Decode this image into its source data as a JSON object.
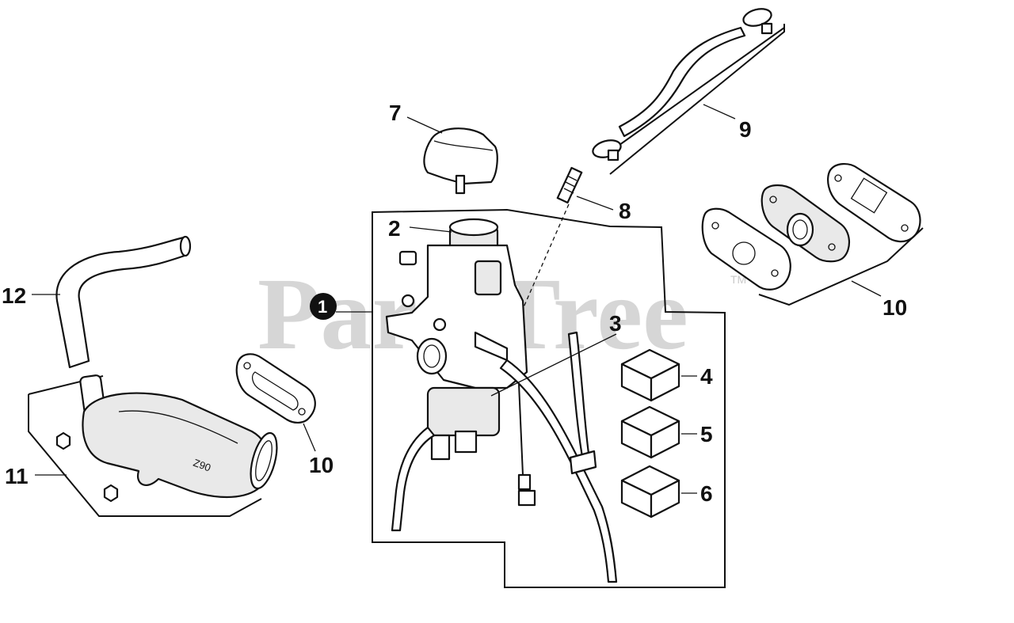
{
  "watermark": {
    "text": "PartsTree",
    "trademark": "TM"
  },
  "callouts": {
    "c1": "1",
    "c2": "2",
    "c3": "3",
    "c4": "4",
    "c5": "5",
    "c6": "6",
    "c7": "7",
    "c8": "8",
    "c9": "9",
    "c10a": "10",
    "c10b": "10",
    "c11": "11",
    "c12": "12"
  },
  "labels": {
    "muffler_mark": "Z90"
  }
}
